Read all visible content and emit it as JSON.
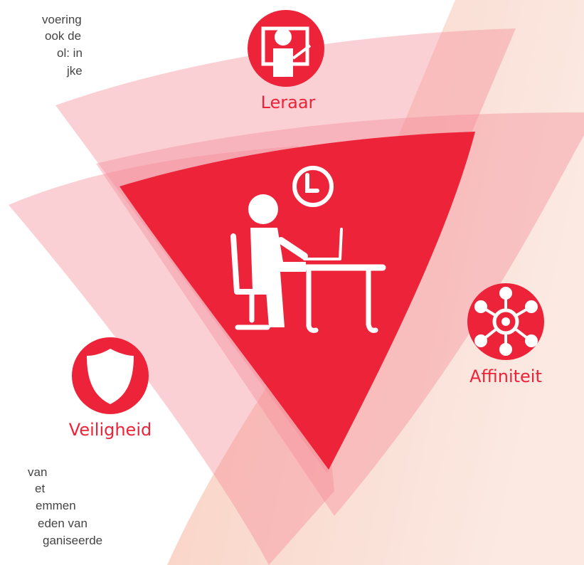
{
  "colors": {
    "accent": "#ed2339",
    "petal": "#f7c3c8",
    "background_gradient": [
      "#f9cfc0",
      "#fbe9e2"
    ]
  },
  "labels": {
    "leraar": "Leraar",
    "affiniteit": "Affiniteit",
    "veiligheid": "Veiligheid"
  },
  "icons": {
    "leraar": "teacher-icon",
    "affiniteit": "network-icon",
    "veiligheid": "shield-icon",
    "center": "person-at-desk-icon",
    "clock": "clock-icon"
  },
  "text_top": [
    "voering",
    "ook de",
    "ol: in",
    "jke"
  ],
  "text_bottom": [
    "van",
    "et",
    "emmen",
    "eden van",
    "ganiseerde"
  ]
}
